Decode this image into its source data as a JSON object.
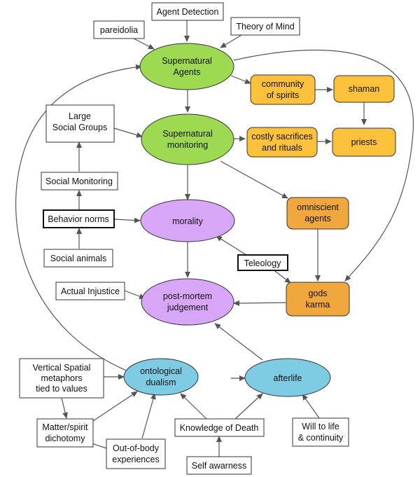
{
  "colors": {
    "green": "#9ed952",
    "yellow": "#fcc13a",
    "orange": "#f0a73d",
    "purple": "#d8a6f7",
    "blue": "#7ecce4",
    "box_border": "#333333",
    "edge": "#555555"
  },
  "nodes": {
    "agent_detection": "Agent Detection",
    "pareidolia": "pareidolia",
    "theory_of_mind": "Theory of Mind",
    "supernatural_agents": [
      "Supernatural",
      "Agents"
    ],
    "community_of_spirits": [
      "community",
      "of spirits"
    ],
    "shaman": "shaman",
    "large_social_groups": [
      "Large",
      "Social Groups"
    ],
    "supernatural_monitoring": [
      "Supernatural",
      "monitoring"
    ],
    "costly_sacrifices": [
      "costly sacrifices",
      "and rituals"
    ],
    "priests": "priests",
    "social_monitoring": "Social Monitoring",
    "behavior_norms": "Behavior norms",
    "morality": "morality",
    "omniscient_agents": [
      "omniscient",
      "agents"
    ],
    "social_animals": "Social  animals",
    "teleology": "Teleology",
    "actual_injustice": "Actual Injustice",
    "post_mortem": [
      "post-mortem",
      "judgement"
    ],
    "gods_karma": [
      "gods",
      "karma"
    ],
    "vertical_spatial": [
      "Vertical Spatial",
      "metaphors",
      "tied to values"
    ],
    "ontological_dualism": [
      "ontological",
      "dualism"
    ],
    "afterlife": "afterlife",
    "matter_spirit": [
      "Matter/spirit",
      "dichotomy"
    ],
    "knowledge_of_death": "Knowledge of Death",
    "will_to_life": [
      "Will to life",
      "&  continuity"
    ],
    "out_of_body": [
      "Out-of-body",
      "experiences"
    ],
    "self_awareness": "Self awarness"
  }
}
